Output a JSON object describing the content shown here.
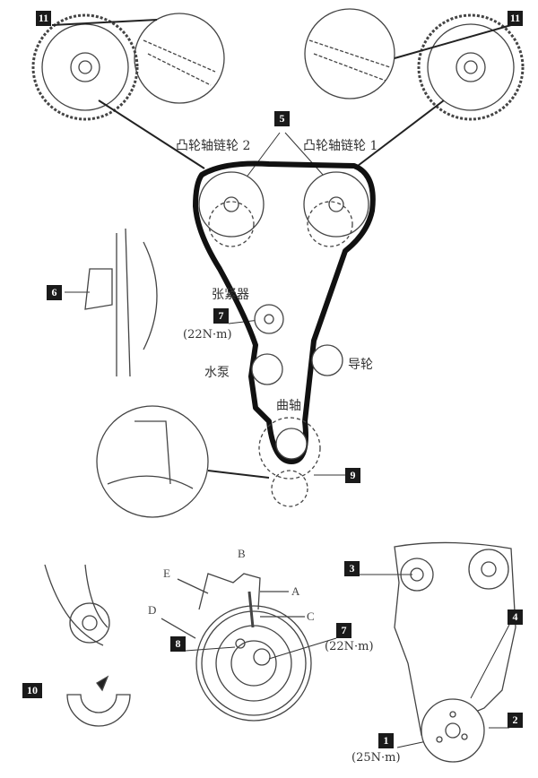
{
  "callouts": {
    "c11_left": "11",
    "c11_right": "11",
    "c5": "5",
    "c6": "6",
    "c7_top": "7",
    "c9": "9",
    "c3": "3",
    "c10": "10",
    "c8": "8",
    "c7_bottom": "7",
    "c4": "4",
    "c2": "2",
    "c1": "1"
  },
  "labels": {
    "cam_sprocket_2": "凸轮轴链轮 2",
    "cam_sprocket_1": "凸轮轴链轮 1",
    "tensioner": "张紧器",
    "tensioner_torque": "(22N·m)",
    "water_pump": "水泵",
    "idler": "导轮",
    "crankshaft": "曲轴",
    "tensioner_torque_detail": "(22N·m)",
    "crank_bolt_torque": "(25N·m)"
  },
  "letters": {
    "a": "A",
    "b": "B",
    "c": "C",
    "d": "D",
    "e": "E"
  }
}
